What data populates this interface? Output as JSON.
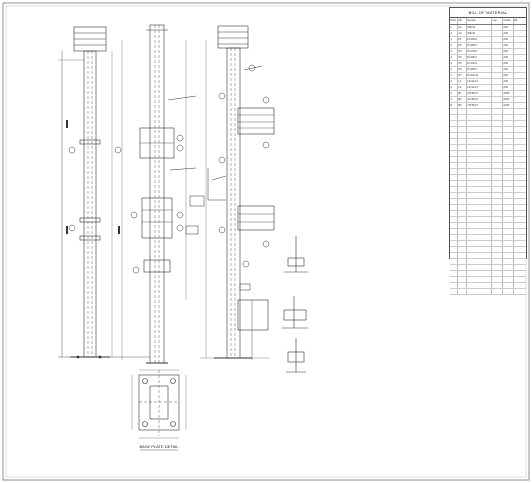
{
  "document": {
    "bom_title": "BILL OF MATERIAL",
    "bom_headers": [
      "PCS",
      "Mk",
      "Section",
      "Len",
      "Grade",
      "Wt"
    ],
    "bom_rows": [
      [
        "1",
        "A1",
        "W8x31",
        "",
        "A36",
        ""
      ],
      [
        "2",
        "A2",
        "W8x31",
        "",
        "A36",
        ""
      ],
      [
        "1",
        "P1",
        "PL3/8x8",
        "",
        "A36",
        ""
      ],
      [
        "2",
        "P2",
        "PL3/8x6",
        "",
        "A36",
        ""
      ],
      [
        "4",
        "P3",
        "PL1/2x6",
        "",
        "A36",
        ""
      ],
      [
        "2",
        "P4",
        "PL3/8x4",
        "",
        "A36",
        ""
      ],
      [
        "4",
        "P5",
        "PL1/4x4",
        "",
        "A36",
        ""
      ],
      [
        "2",
        "P6",
        "PL3/8x5",
        "",
        "A36",
        ""
      ],
      [
        "1",
        "P7",
        "PL3/4x12",
        "",
        "A36",
        ""
      ],
      [
        "2",
        "L1",
        "L3x3x1/4",
        "",
        "A36",
        ""
      ],
      [
        "2",
        "L2",
        "L3x3x1/4",
        "",
        "A36",
        ""
      ],
      [
        "4",
        "B1",
        "3/4 BOLT",
        "",
        "A325",
        ""
      ],
      [
        "4",
        "B2",
        "3/4 BOLT",
        "",
        "A325",
        ""
      ],
      [
        "8",
        "B3",
        "7/8 BOLT",
        "",
        "A325",
        ""
      ]
    ],
    "bom_blank_rows": 31,
    "views": {
      "base_plate_title": "BASE PLATE DETAIL"
    },
    "icon": "cad-drawing-sheet"
  }
}
